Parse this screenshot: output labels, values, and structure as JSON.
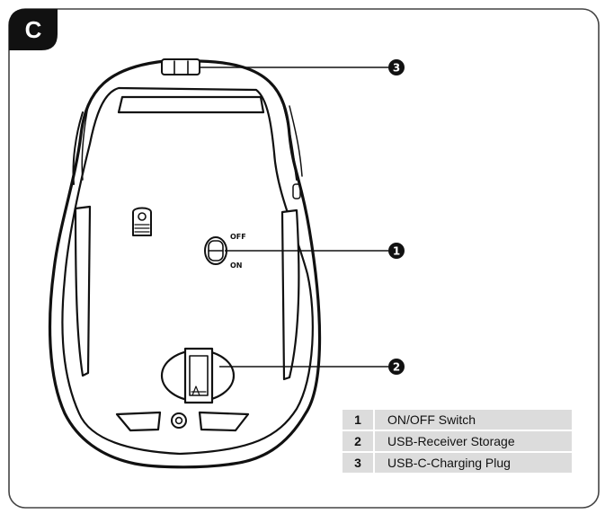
{
  "section_label": "C",
  "switch_labels": {
    "off": "OFF",
    "on": "ON"
  },
  "markers": [
    {
      "number": "3"
    },
    {
      "number": "1"
    },
    {
      "number": "2"
    }
  ],
  "legend": [
    {
      "number": "1",
      "label": "ON/OFF Switch"
    },
    {
      "number": "2",
      "label": "USB-Receiver Storage"
    },
    {
      "number": "3",
      "label": "USB-C-Charging Plug"
    }
  ],
  "colors": {
    "frame": "#444444",
    "tab": "#111111",
    "legend_row": "#dcdcdc",
    "ink": "#111111"
  }
}
